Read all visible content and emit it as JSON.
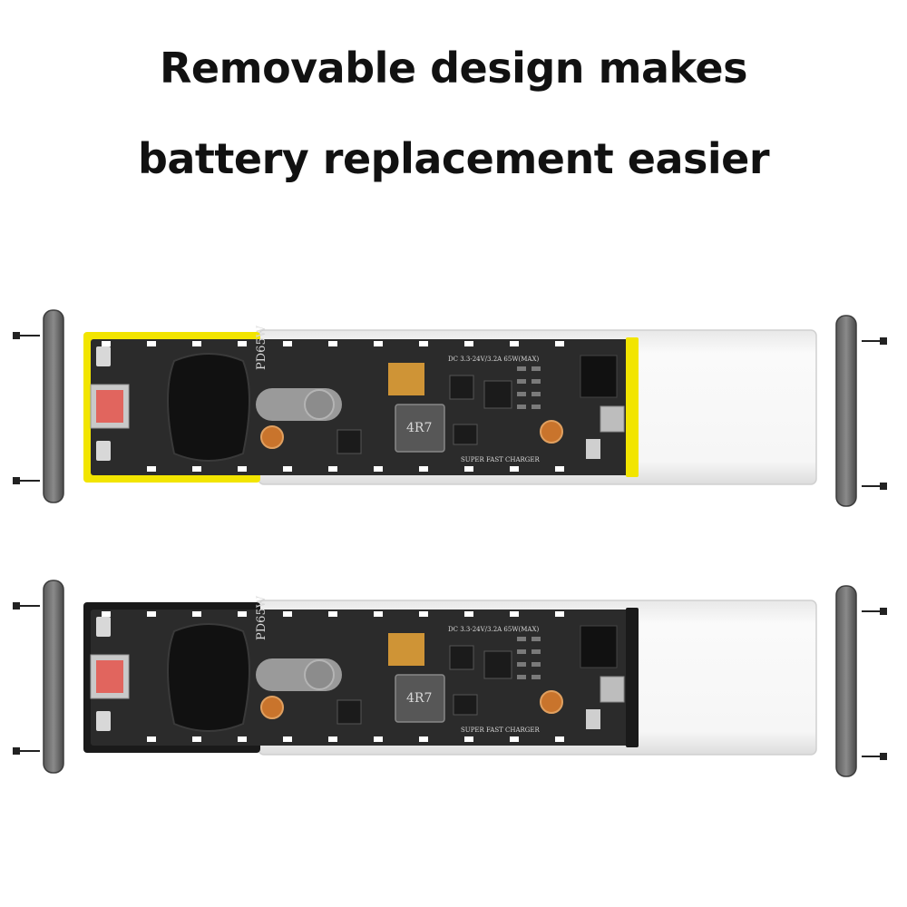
{
  "headline": {
    "line1": "Removable design makes",
    "line2": "battery replacement easier"
  },
  "pcb_labels": {
    "model": "PD65W",
    "inductor": "4R7",
    "spec": "DC 3.3-24V/3.2A 65W(MAX)",
    "charger": "SUPER FAST CHARGER"
  },
  "variants": [
    {
      "name": "yellow",
      "frame_color": "#f2e500"
    },
    {
      "name": "black",
      "frame_color": "#1a1a1a"
    }
  ]
}
